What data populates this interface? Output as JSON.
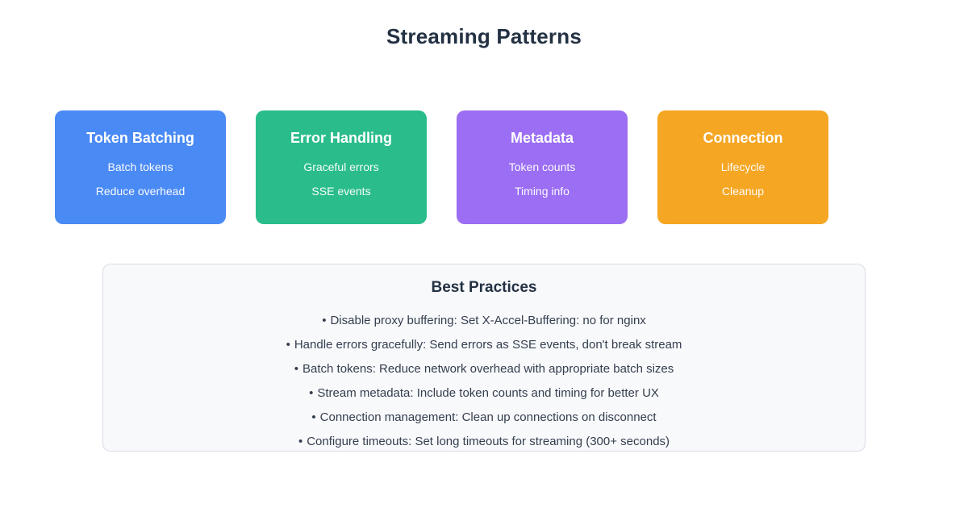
{
  "page": {
    "title": "Streaming Patterns",
    "title_color": "#233143",
    "background": "#ffffff"
  },
  "cards": [
    {
      "title": "Token Batching",
      "lines": [
        "Batch tokens",
        "Reduce overhead"
      ],
      "color": "#4a8af4"
    },
    {
      "title": "Error Handling",
      "lines": [
        "Graceful errors",
        "SSE events"
      ],
      "color": "#2abd8b"
    },
    {
      "title": "Metadata",
      "lines": [
        "Token counts",
        "Timing info"
      ],
      "color": "#9b6ef3"
    },
    {
      "title": "Connection",
      "lines": [
        "Lifecycle",
        "Cleanup"
      ],
      "color": "#f5a623"
    }
  ],
  "best_practices": {
    "title": "Best Practices",
    "bullet": "•",
    "panel_bg": "#f8f9fb",
    "panel_border": "#d9dde4",
    "text_color": "#343e4e",
    "items": [
      "Disable proxy buffering: Set X-Accel-Buffering: no for nginx",
      "Handle errors gracefully: Send errors as SSE events, don't break stream",
      "Batch tokens: Reduce network overhead with appropriate batch sizes",
      "Stream metadata: Include token counts and timing for better UX",
      "Connection management: Clean up connections on disconnect",
      "Configure timeouts: Set long timeouts for streaming (300+ seconds)"
    ]
  }
}
